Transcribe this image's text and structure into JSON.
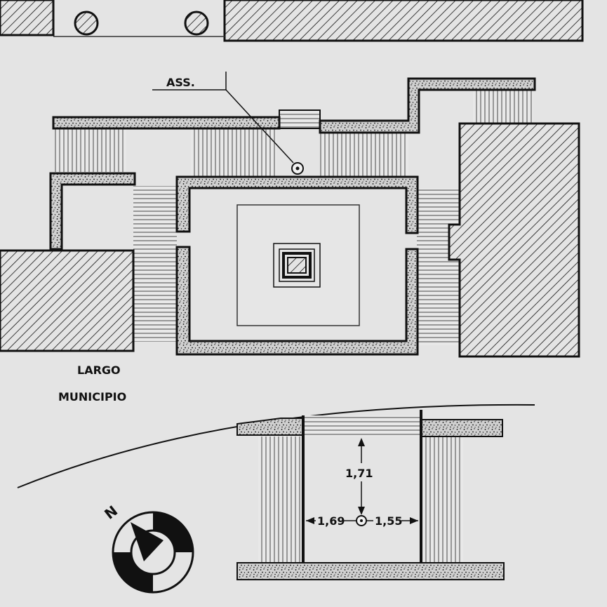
{
  "labels": {
    "reference_point": "ASS.",
    "square_line1": "LARGO",
    "square_line2": "MUNICIPIO"
  },
  "dimensions": {
    "vertical": "1,71",
    "left": "1,69",
    "right": "1,55"
  },
  "compass": {
    "north_letter": "N"
  },
  "colors": {
    "paper": "#e4e4e4",
    "ink": "#111111"
  }
}
